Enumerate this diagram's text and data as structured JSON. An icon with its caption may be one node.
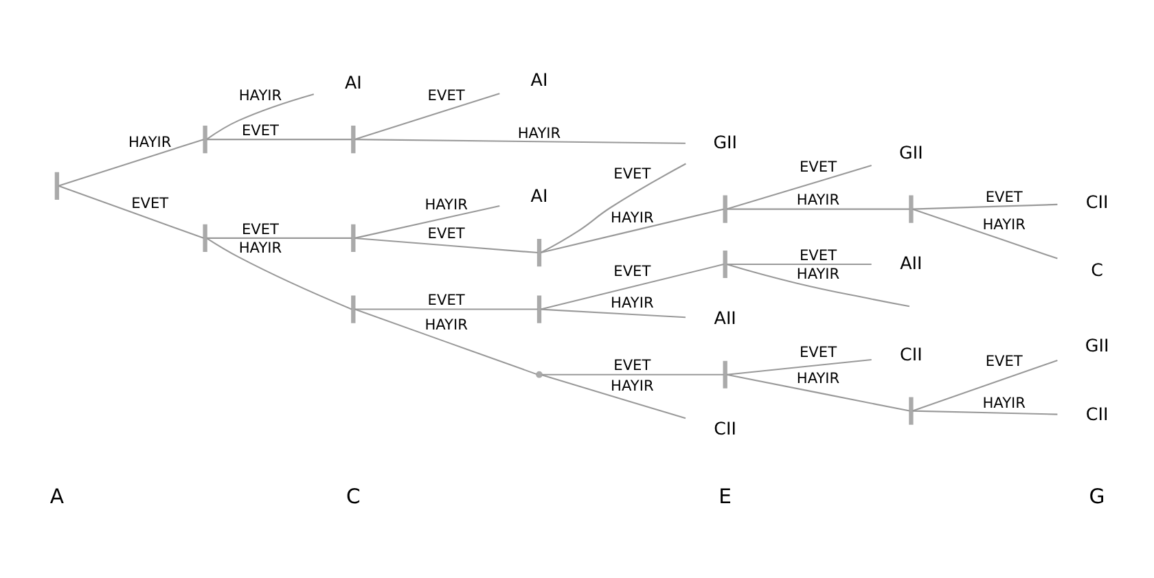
{
  "diagram": {
    "nodes": [
      {
        "text": [],
        "shape": "bar"
      },
      {
        "text": [],
        "shape": "bar"
      },
      {
        "text": [
          "AI"
        ]
      },
      {
        "text": [],
        "shape": "bar"
      },
      {
        "text": [
          "AI"
        ]
      },
      {
        "text": [
          "GII"
        ]
      },
      {
        "text": [],
        "shape": "bar"
      },
      {
        "text": [],
        "shape": "bar"
      },
      {
        "text": [
          "AI"
        ]
      },
      {
        "text": [],
        "shape": "bar"
      },
      {
        "text": [],
        "shape": "bar"
      },
      {
        "text": [
          "GII"
        ]
      },
      {
        "text": [],
        "shape": "bar"
      },
      {
        "text": [
          "CII"
        ]
      },
      {
        "text": [
          "C"
        ]
      },
      {
        "text": [],
        "shape": "bar"
      },
      {
        "text": [],
        "shape": "bar"
      },
      {
        "text": [],
        "shape": "bar"
      },
      {
        "text": [
          "AII"
        ]
      },
      {
        "text": [
          "AII"
        ]
      },
      {
        "text": [],
        "shape": "point"
      },
      {
        "text": [],
        "shape": "bar"
      },
      {
        "text": [
          "CII"
        ]
      },
      {
        "text": [],
        "shape": "bar"
      },
      {
        "text": [
          "GII"
        ]
      },
      {
        "text": [
          "CII"
        ]
      },
      {
        "text": [
          "CII"
        ]
      }
    ],
    "edges": [
      {
        "from": 0,
        "to": 1,
        "arrow": "none",
        "label": "HAYIR"
      },
      {
        "from": 0,
        "to": 6,
        "arrow": "none",
        "label": "EVET"
      },
      {
        "from": 1,
        "to": 2,
        "arrow": "none",
        "label": "HAYIR"
      },
      {
        "from": 1,
        "to": 3,
        "arrow": "none",
        "label": "EVET"
      },
      {
        "from": 3,
        "to": 4,
        "arrow": "none",
        "label": "EVET"
      },
      {
        "from": 3,
        "to": 5,
        "arrow": "none",
        "label": "HAYIR"
      },
      {
        "from": 6,
        "to": 7,
        "arrow": "none",
        "label": "EVET"
      },
      {
        "from": 6,
        "to": 15,
        "arrow": "none",
        "label": "HAYIR"
      },
      {
        "from": 7,
        "to": 8,
        "arrow": "none",
        "label": "HAYIR"
      },
      {
        "from": 7,
        "to": 9,
        "arrow": "none",
        "label": "EVET"
      },
      {
        "from": 9,
        "to": 5,
        "arrow": "none",
        "label": "EVET"
      },
      {
        "from": 9,
        "to": 10,
        "arrow": "none",
        "label": "HAYIR"
      },
      {
        "from": 10,
        "to": 11,
        "arrow": "none",
        "label": "EVET"
      },
      {
        "from": 10,
        "to": 12,
        "arrow": "none",
        "label": "HAYIR"
      },
      {
        "from": 12,
        "to": 13,
        "arrow": "none",
        "label": "EVET"
      },
      {
        "from": 12,
        "to": 14,
        "arrow": "none",
        "label": "HAYIR"
      },
      {
        "from": 15,
        "to": 16,
        "arrow": "none",
        "label": "EVET"
      },
      {
        "from": 15,
        "to": 20,
        "arrow": "none",
        "label": "HAYIR"
      },
      {
        "from": 16,
        "to": 17,
        "arrow": "none",
        "label": "EVET"
      },
      {
        "from": 16,
        "to": 19,
        "arrow": "none",
        "label": "HAYIR"
      },
      {
        "from": 17,
        "to": null,
        "arrow": "none",
        "label": "HAYIR"
      },
      {
        "from": 17,
        "to": 18,
        "arrow": "none",
        "label": "EVET"
      },
      {
        "from": 20,
        "to": 21,
        "arrow": "none",
        "label": "EVET"
      },
      {
        "from": 20,
        "to": 26,
        "arrow": "none",
        "label": "HAYIR"
      },
      {
        "from": 21,
        "to": 22,
        "arrow": "none",
        "label": "EVET"
      },
      {
        "from": 21,
        "to": 23,
        "arrow": "none",
        "label": "HAYIR"
      },
      {
        "from": 23,
        "to": 24,
        "arrow": "none",
        "label": "EVET"
      },
      {
        "from": 23,
        "to": 25,
        "arrow": "none",
        "label": "HAYIR"
      }
    ],
    "labels": [
      "A",
      "C",
      "E",
      "G"
    ]
  }
}
